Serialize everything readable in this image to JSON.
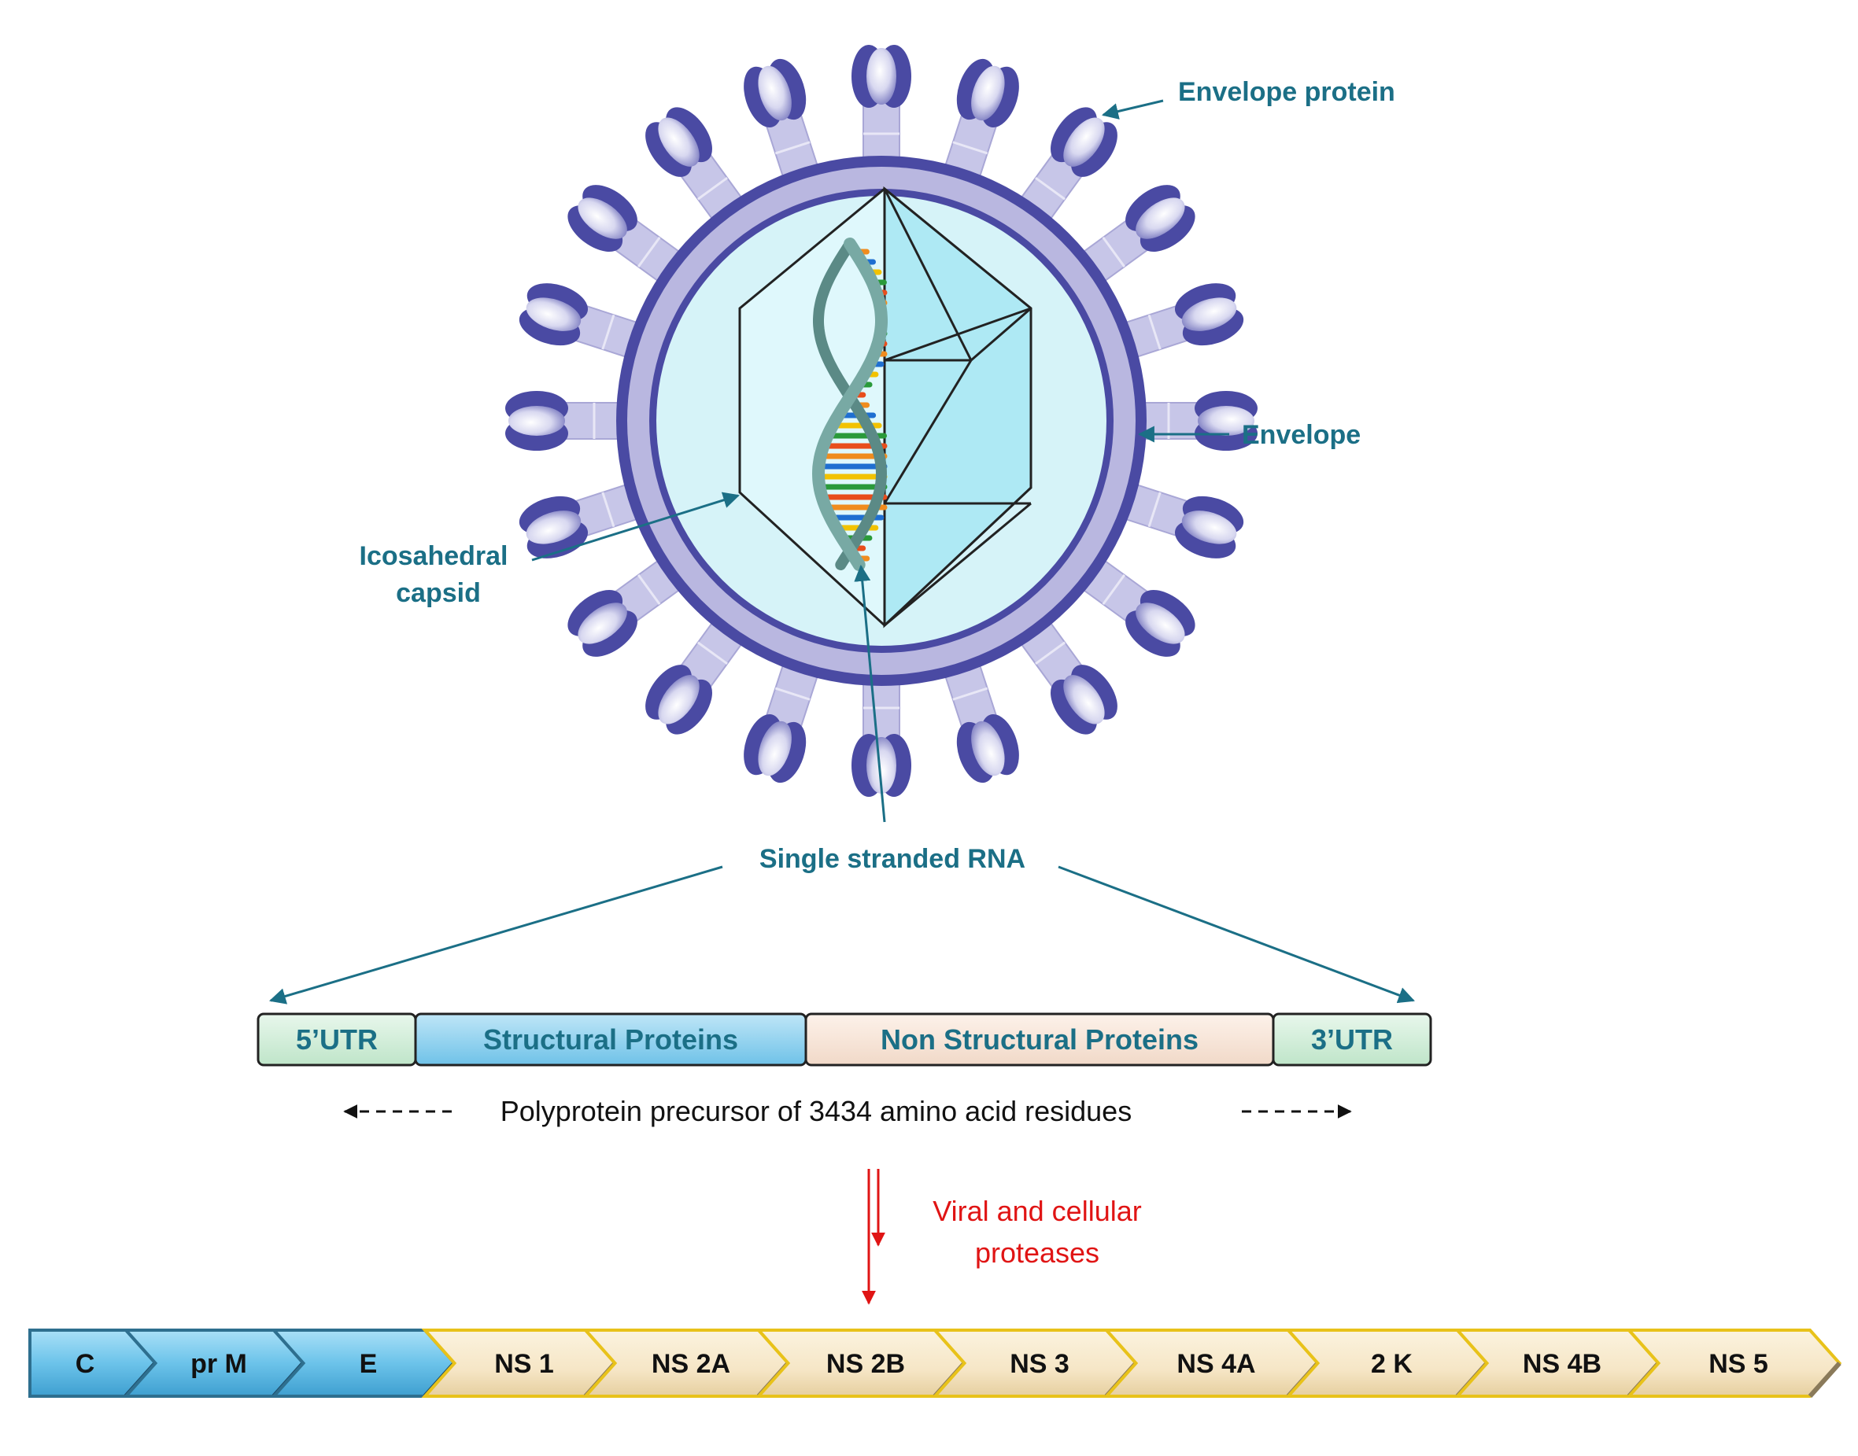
{
  "colors": {
    "label_teal": "#1b6f86",
    "envelope": "#4a4aa3",
    "envelope_light": "#b9b7e0",
    "interior": "#d6f3f8",
    "capsid_face": "#aeeaf4",
    "red": "#e01414",
    "structural_fill": "#8ed1ef",
    "nonstructural_fill": "#f4e2c4"
  },
  "virion": {
    "labels": {
      "envelope_protein": "Envelope protein",
      "envelope": "Envelope",
      "capsid_line1": "Icosahedral",
      "capsid_line2": "capsid",
      "rna": "Single stranded RNA"
    }
  },
  "genome": {
    "segments": [
      {
        "label": "5’UTR",
        "kind": "utr"
      },
      {
        "label": "Structural Proteins",
        "kind": "structural"
      },
      {
        "label": "Non Structural Proteins",
        "kind": "nonstructural"
      },
      {
        "label": "3’UTR",
        "kind": "utr"
      }
    ],
    "precursor_note": "Polyprotein precursor of 3434 amino acid residues"
  },
  "processing": {
    "note_line1": "Viral and cellular",
    "note_line2": "proteases"
  },
  "proteins": [
    {
      "label": "C",
      "kind": "structural"
    },
    {
      "label": "pr M",
      "kind": "structural"
    },
    {
      "label": "E",
      "kind": "structural"
    },
    {
      "label": "NS 1",
      "kind": "nonstructural"
    },
    {
      "label": "NS 2A",
      "kind": "nonstructural"
    },
    {
      "label": "NS 2B",
      "kind": "nonstructural"
    },
    {
      "label": "NS 3",
      "kind": "nonstructural"
    },
    {
      "label": "NS 4A",
      "kind": "nonstructural"
    },
    {
      "label": "2 K",
      "kind": "nonstructural"
    },
    {
      "label": "NS 4B",
      "kind": "nonstructural"
    },
    {
      "label": "NS 5",
      "kind": "nonstructural"
    }
  ]
}
